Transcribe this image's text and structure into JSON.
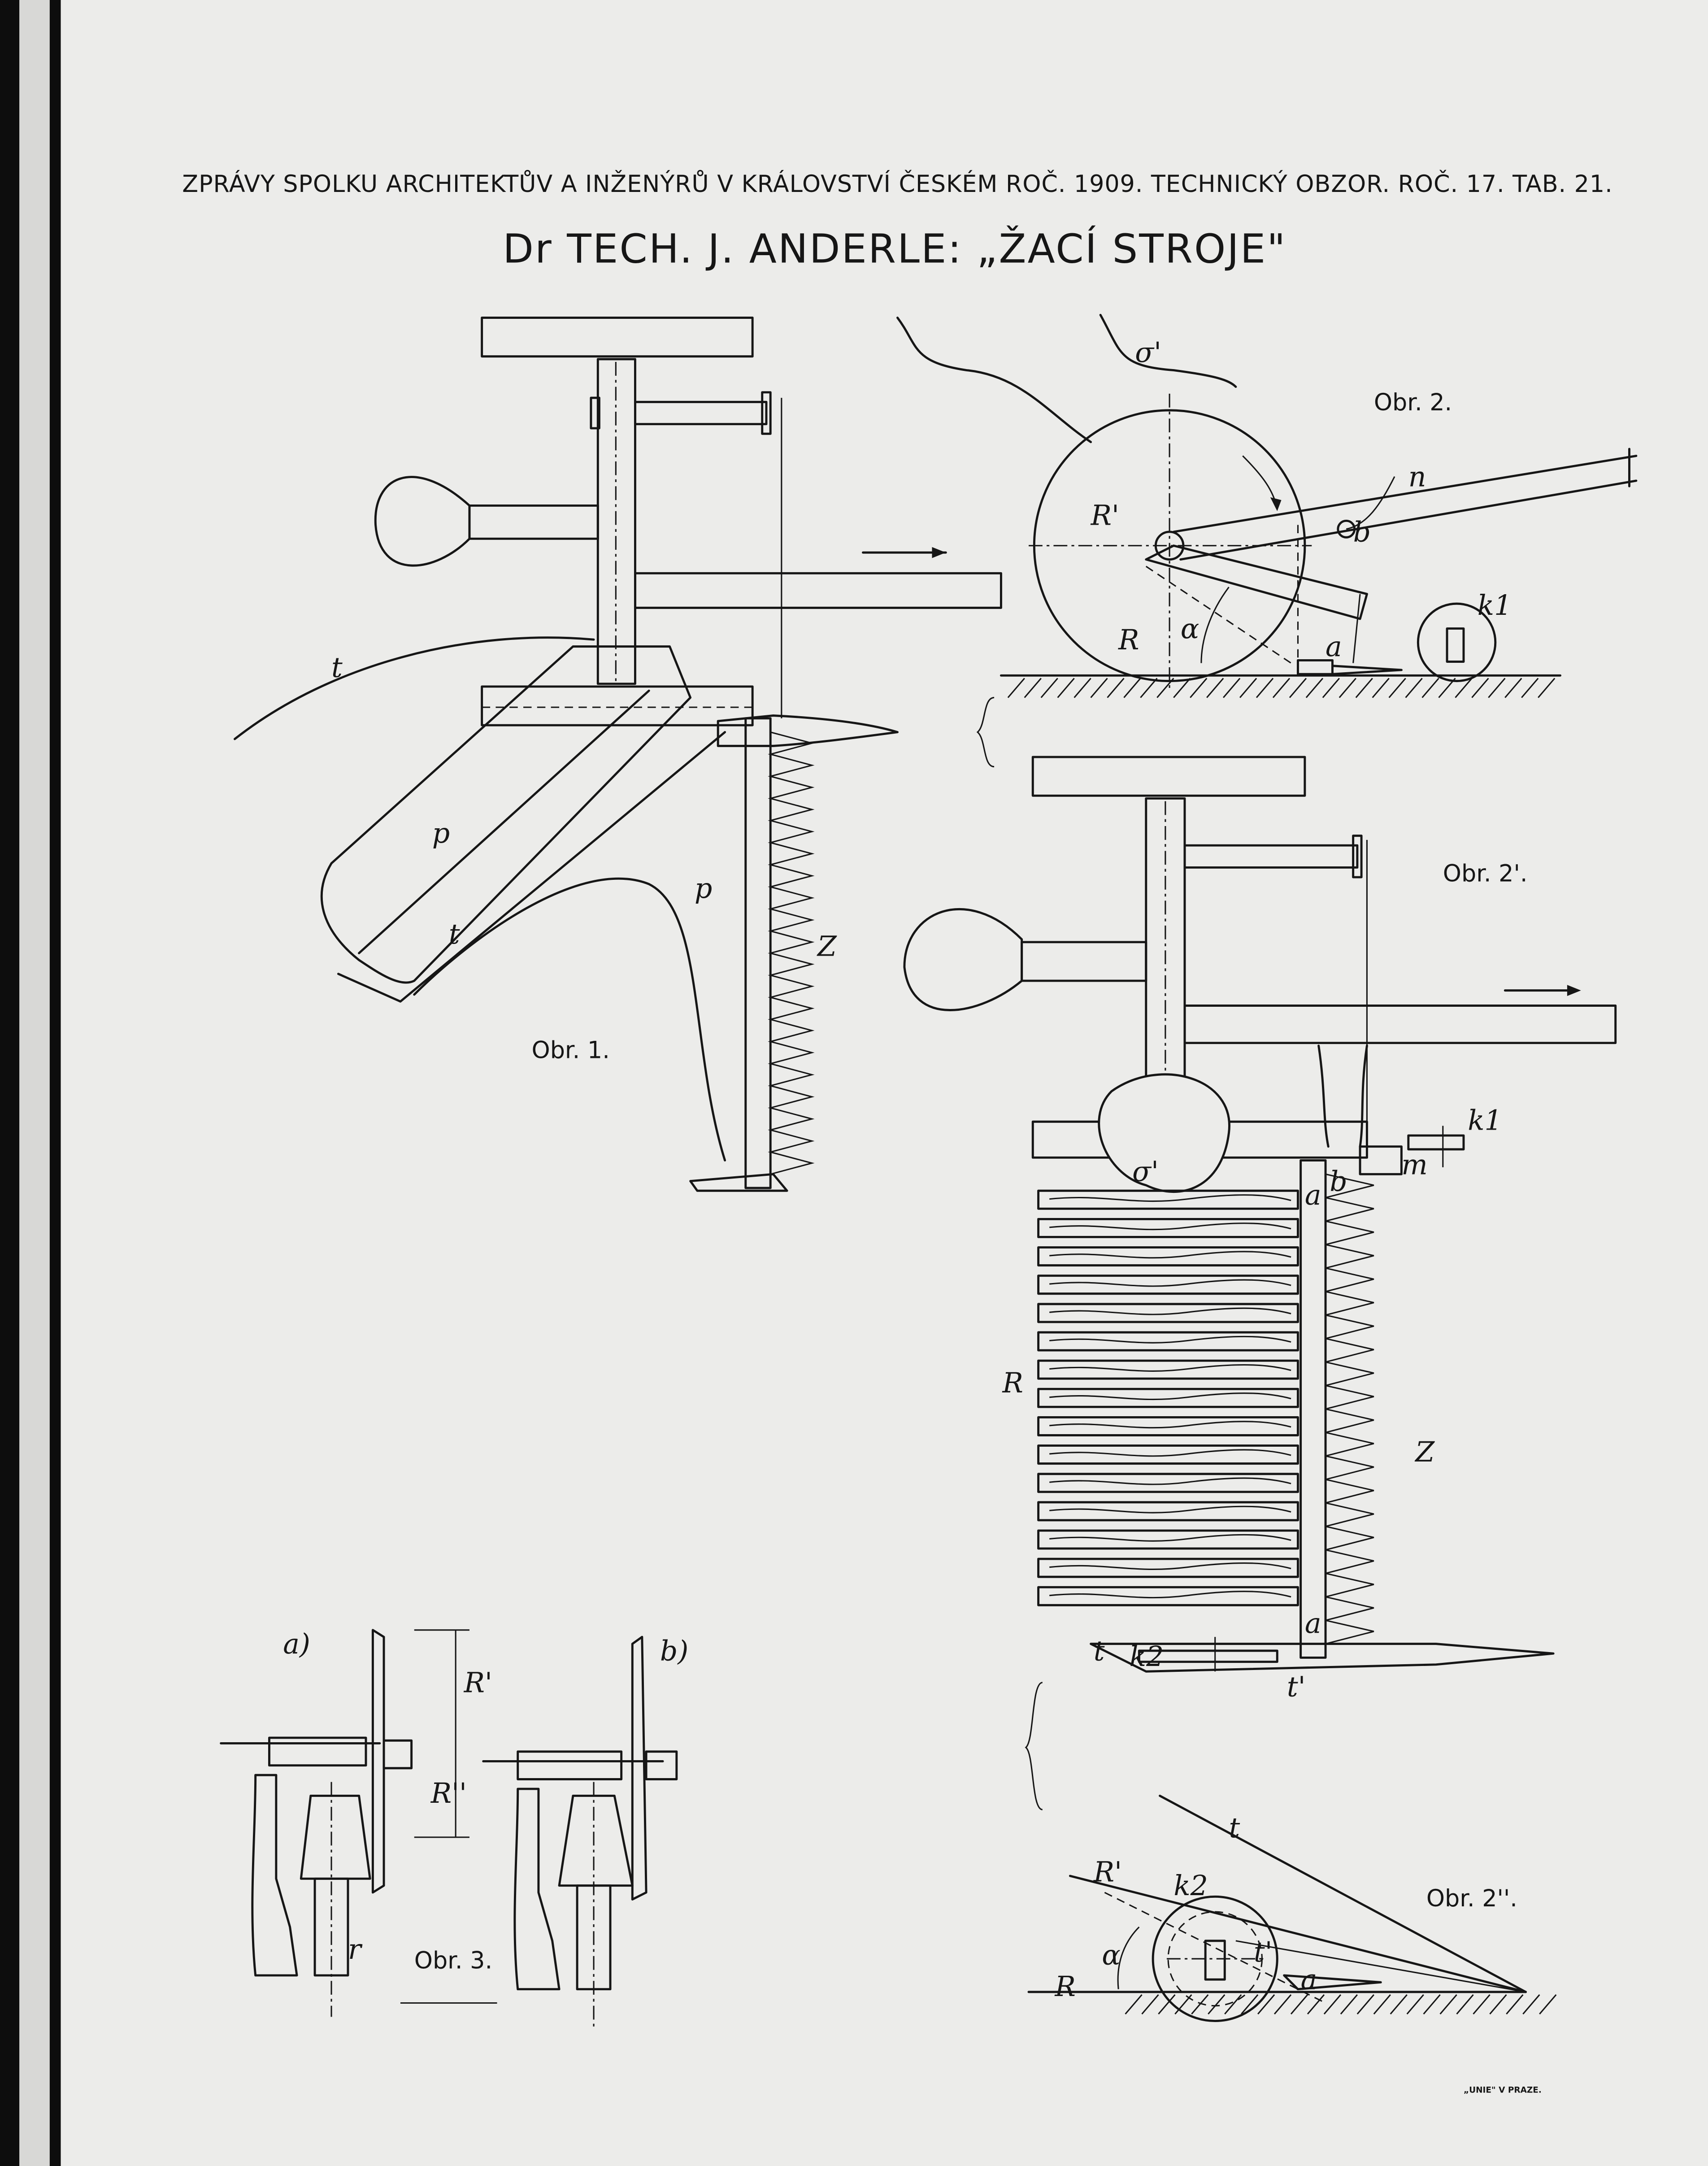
{
  "header": {
    "journal_line": "ZPRÁVY SPOLKU ARCHITEKTŮV A INŽENÝRŮ V KRÁLOVSTVÍ ČESKÉM ROČ. 1909. TECHNICKÝ OBZOR. ROČ. 17. TAB. 21.",
    "title": "Dr TECH. J. ANDERLE: „ŽACÍ STROJE\""
  },
  "figures": {
    "fig1": {
      "caption": "Obr. 1.",
      "labels": {
        "t1": "t",
        "p1": "p",
        "p2": "p",
        "t2": "t",
        "z": "Z"
      }
    },
    "fig2": {
      "caption": "Obr. 2.",
      "labels": {
        "sigma": "σ'",
        "n": "n",
        "b": "b",
        "r_prime": "R'",
        "r": "R",
        "alpha": "α",
        "a": "a",
        "k1": "k1"
      }
    },
    "fig2a": {
      "caption": "Obr. 2'.",
      "labels": {
        "r": "R",
        "z": "Z",
        "k1": "k1",
        "m": "m",
        "a1": "a",
        "b": "b",
        "a2": "a",
        "t": "t",
        "k2": "k2",
        "t_prime": "t'",
        "sigma": "σ'"
      }
    },
    "fig2b": {
      "caption": "Obr. 2''.",
      "labels": {
        "t": "t",
        "r_prime": "R'",
        "k2": "k2",
        "alpha": "α",
        "r": "R",
        "t_prime": "t'",
        "a": "a"
      }
    },
    "fig3": {
      "caption": "Obr. 3.",
      "labels": {
        "a": "a)",
        "b": "b)",
        "r_prime": "R'",
        "r_dprime": "R''",
        "r_small": "r"
      }
    }
  },
  "printer": "„UNIE\" V PRAZE."
}
